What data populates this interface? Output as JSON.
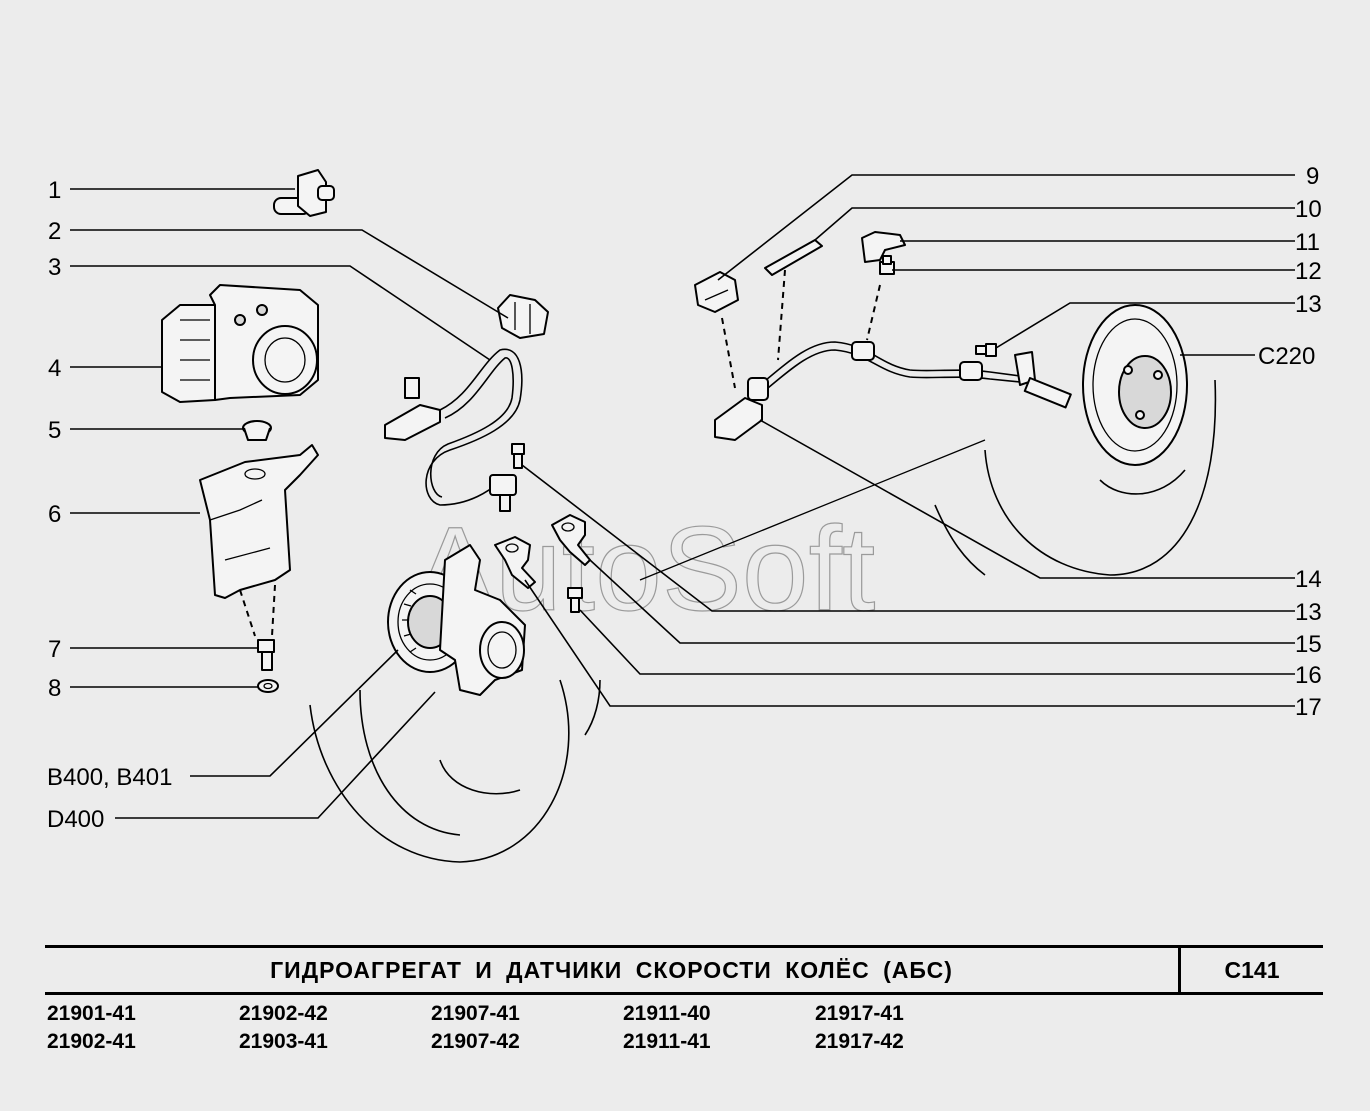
{
  "labels": {
    "l1": "1",
    "l2": "2",
    "l3": "3",
    "l4": "4",
    "l5": "5",
    "l6": "6",
    "l7": "7",
    "l8": "8",
    "l9": "9",
    "l10": "10",
    "l11": "11",
    "l12": "12",
    "l13a": "13",
    "c220": "C220",
    "l14": "14",
    "l13b": "13",
    "l15": "15",
    "l16": "16",
    "l17": "17",
    "b400": "B400, B401",
    "d400": "D400"
  },
  "watermark": "AutoSoft",
  "title": "ГИДРОАГРЕГАТ И ДАТЧИКИ СКОРОСТИ КОЛЁС (АБС)",
  "page_code": "C141",
  "models": [
    "21901-41",
    "21902-42",
    "21907-41",
    "21911-40",
    "21917-41",
    "21902-41",
    "21903-41",
    "21907-42",
    "21911-41",
    "21917-42"
  ]
}
